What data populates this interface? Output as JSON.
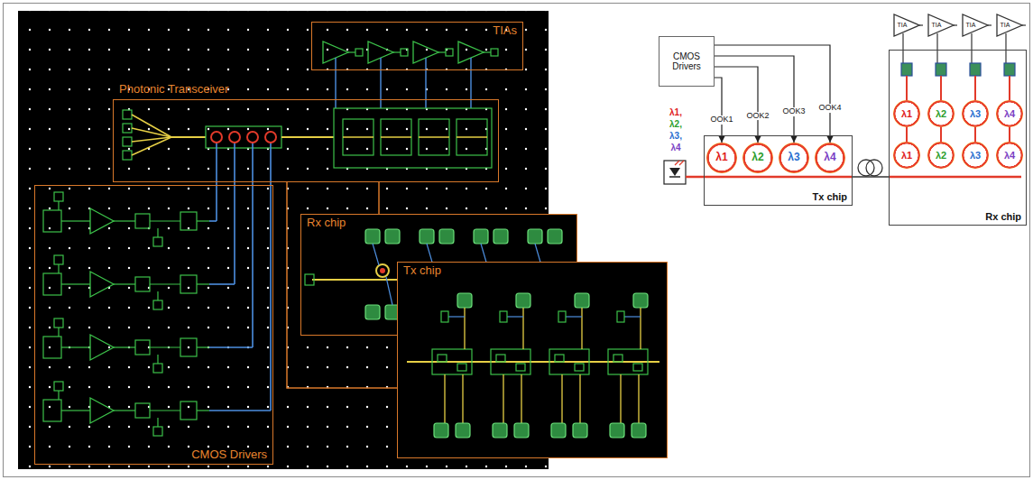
{
  "diagram": {
    "nodes": [
      {
        "text": [
          "TIAs"
        ]
      },
      {
        "text": [
          "Photonic Transceiver"
        ]
      },
      {
        "text": [
          "CMOS Drivers"
        ]
      },
      {
        "text": [
          "Rx chip"
        ]
      },
      {
        "text": [
          "Tx chip"
        ]
      },
      {
        "text": [
          "CMOS Drivers"
        ]
      },
      {
        "text": [
          "Tx chip"
        ]
      },
      {
        "text": [
          "λ1"
        ],
        "in": 6
      },
      {
        "text": [
          "λ2"
        ],
        "in": 6
      },
      {
        "text": [
          "λ3"
        ],
        "in": 6
      },
      {
        "text": [
          "λ4"
        ],
        "in": 6
      },
      {
        "text": [
          "Rx chip"
        ]
      },
      {
        "text": [
          "λ1"
        ],
        "in": 11
      },
      {
        "text": [
          "λ2"
        ],
        "in": 11
      },
      {
        "text": [
          "λ3"
        ],
        "in": 11
      },
      {
        "text": [
          "λ4"
        ],
        "in": 11
      },
      {
        "text": [
          "λ1"
        ],
        "in": 11
      },
      {
        "text": [
          "λ2"
        ],
        "in": 11
      },
      {
        "text": [
          "λ3"
        ],
        "in": 11
      },
      {
        "text": [
          "λ4"
        ],
        "in": 11
      }
    ],
    "edges": [
      {
        "from": 1,
        "to": 3,
        "arrow": "none"
      },
      {
        "from": 1,
        "to": 4,
        "arrow": "none"
      },
      {
        "from": 5,
        "to": 7,
        "label": "OOK1",
        "arrow": "to"
      },
      {
        "from": 5,
        "to": 8,
        "label": "OOK2",
        "arrow": "to"
      },
      {
        "from": 5,
        "to": 9,
        "label": "OOK3",
        "arrow": "to"
      },
      {
        "from": 5,
        "to": 10,
        "label": "OOK4",
        "arrow": "to"
      },
      {
        "from": 6,
        "to": 11,
        "arrow": "none"
      }
    ],
    "labels": [
      "λ1,",
      "λ2,",
      "λ3,",
      "λ4",
      "TIA",
      "TIA",
      "TIA",
      "TIA"
    ]
  }
}
